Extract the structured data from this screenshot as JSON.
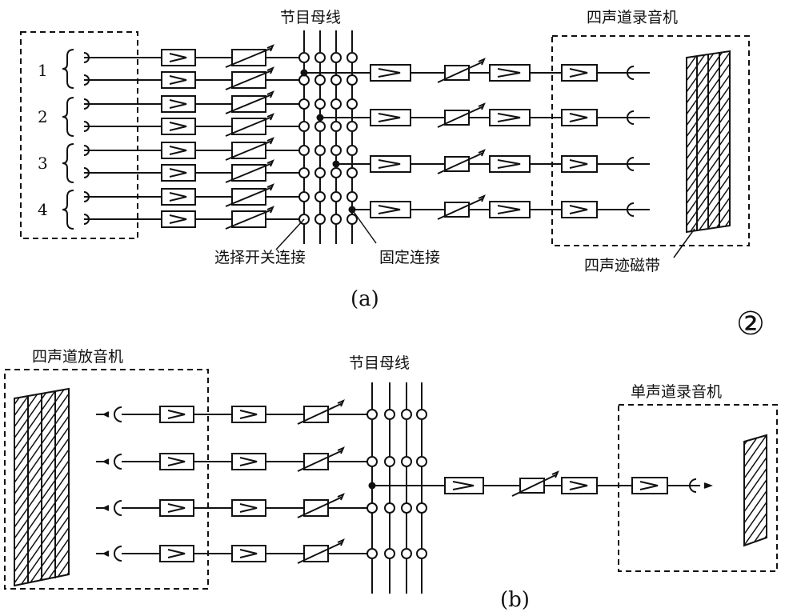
{
  "diagram_a": {
    "bus_title": "节目母线",
    "recorder_title": "四声道录音机",
    "select_label": "选择开关连接",
    "fixed_label": "固定连接",
    "tape_label": "四声迹磁带",
    "caption": "(a)",
    "group_numbers": [
      "1",
      "2",
      "3",
      "4"
    ]
  },
  "figure_number": "②",
  "diagram_b": {
    "player_title": "四声道放音机",
    "bus_title": "节目母线",
    "recorder_title": "单声道录音机",
    "caption": "(b)"
  },
  "colors": {
    "ink": "#111111",
    "paper": "#ffffff"
  }
}
